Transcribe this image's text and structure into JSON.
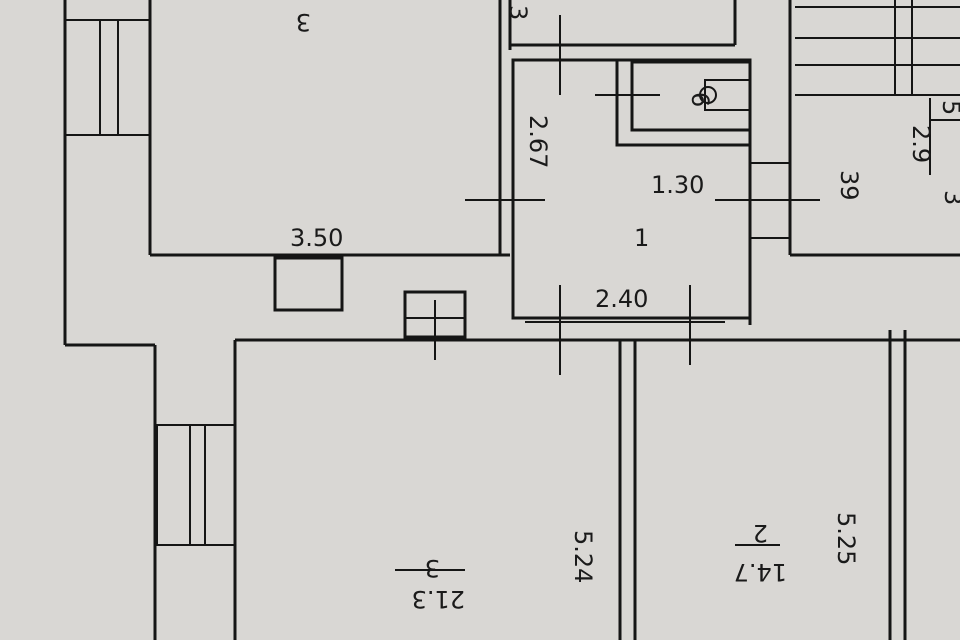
{
  "plan": {
    "dimensions": {
      "top_left_partial": "3",
      "top_mid_partial": "3",
      "room1_height": "2.67",
      "room1_width_right": "1.30",
      "corridor_width": "3.50",
      "room1_bottom": "2.40",
      "room5_dim": "39",
      "right_edge_partial": "3",
      "room3_length": "5.24",
      "room2_length": "5.25"
    },
    "rooms": [
      {
        "number": "1"
      },
      {
        "number": "6"
      },
      {
        "number": "5",
        "area": "2.9"
      },
      {
        "number": "3",
        "area": "21.3"
      },
      {
        "number": "2",
        "area": "14.7"
      }
    ]
  }
}
